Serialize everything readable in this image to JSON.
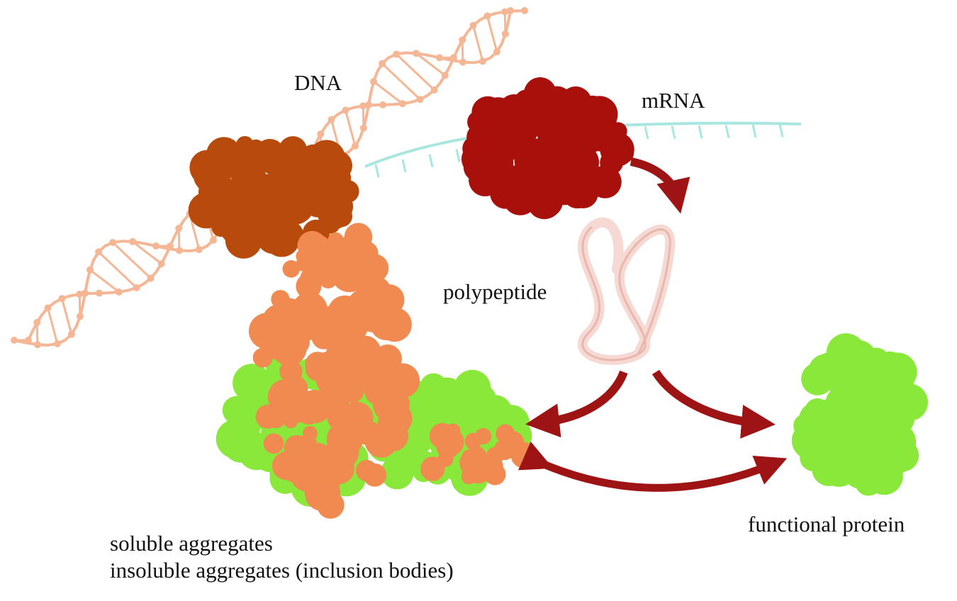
{
  "labels": {
    "dna": "DNA",
    "mrna": "mRNA",
    "polypeptide": "polypeptide",
    "soluble": "soluble aggregates",
    "insoluble": "insoluble aggregates (inclusion bodies)",
    "functional": "functional protein"
  },
  "colors": {
    "dna": "#f4b694",
    "rna_polymerase": "#b84a0c",
    "mrna": "#a8e6e0",
    "ribosome": "#a8100c",
    "polypeptide": "#f5d9d2",
    "aggregate_orange": "#f08a50",
    "folded_green": "#8ae83a",
    "arrow": "#9e1414"
  }
}
